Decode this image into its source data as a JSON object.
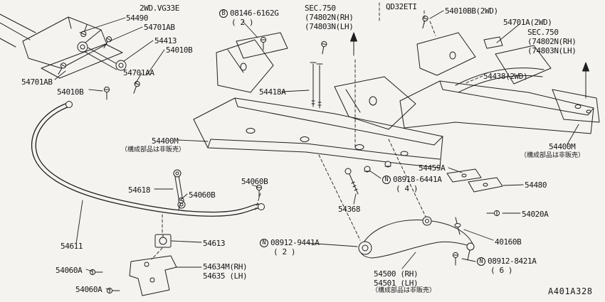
{
  "diagram": {
    "drawing_code": "A401A328",
    "colors": {
      "background": "#f4f3f0",
      "line": "#1f1f1f"
    },
    "labels": {
      "variant_top": "2WD.VG33E",
      "p54490": "54490",
      "p54701ab_top": "54701AB",
      "p54413": "54413",
      "p54010b_top": "54010B",
      "p54701aa": "54701AA",
      "p54701ab_left": "54701AB",
      "p54010b_left": "54010B",
      "bolt_b_prefix": "B",
      "bolt_b_number": "08146-6162G",
      "bolt_b_qty": "( 2 )",
      "sec750_left": "SEC.750\n(74802N(RH)\n(74803N(LH)",
      "engine_variant": "QD32ETI",
      "p54010bb": "54010BB(2WD)",
      "p54701a": "54701A(2WD)",
      "sec750_right": "SEC.750\n(74802N(RH)\n(74803N(LH)",
      "p54438": "54438(2WD)",
      "p54418a": "54418A",
      "p54400m_left": "54400M",
      "note_not_sold_left": "（構成部品は非販売）",
      "p54400m_right": "54400M",
      "note_not_sold_right": "（構成部品は非販売）",
      "p54459a": "54459A",
      "nut_n1_prefix": "N",
      "nut_n1_number": "08918-6441A",
      "nut_n1_qty": "( 4 )",
      "p54480": "54480",
      "p54618": "54618",
      "p54060b_upper": "54060B",
      "p54060b_lower": "54060B",
      "p54368": "54368",
      "p54020a": "54020A",
      "p40160b": "40160B",
      "p54611": "54611",
      "p54613": "54613",
      "nut_n2_prefix": "N",
      "nut_n2_number": "08912-9441A",
      "nut_n2_qty": "( 2 )",
      "p54634m": "54634M(RH)\n54635 (LH)",
      "p54060a_upper": "54060A",
      "p54060a_lower": "54060A",
      "p54500": "54500 (RH)\n54501 (LH)",
      "note_not_sold_center": "（構成部品は非販売）",
      "nut_n3_prefix": "N",
      "nut_n3_number": "08912-8421A",
      "nut_n3_qty": "( 6 )"
    }
  }
}
